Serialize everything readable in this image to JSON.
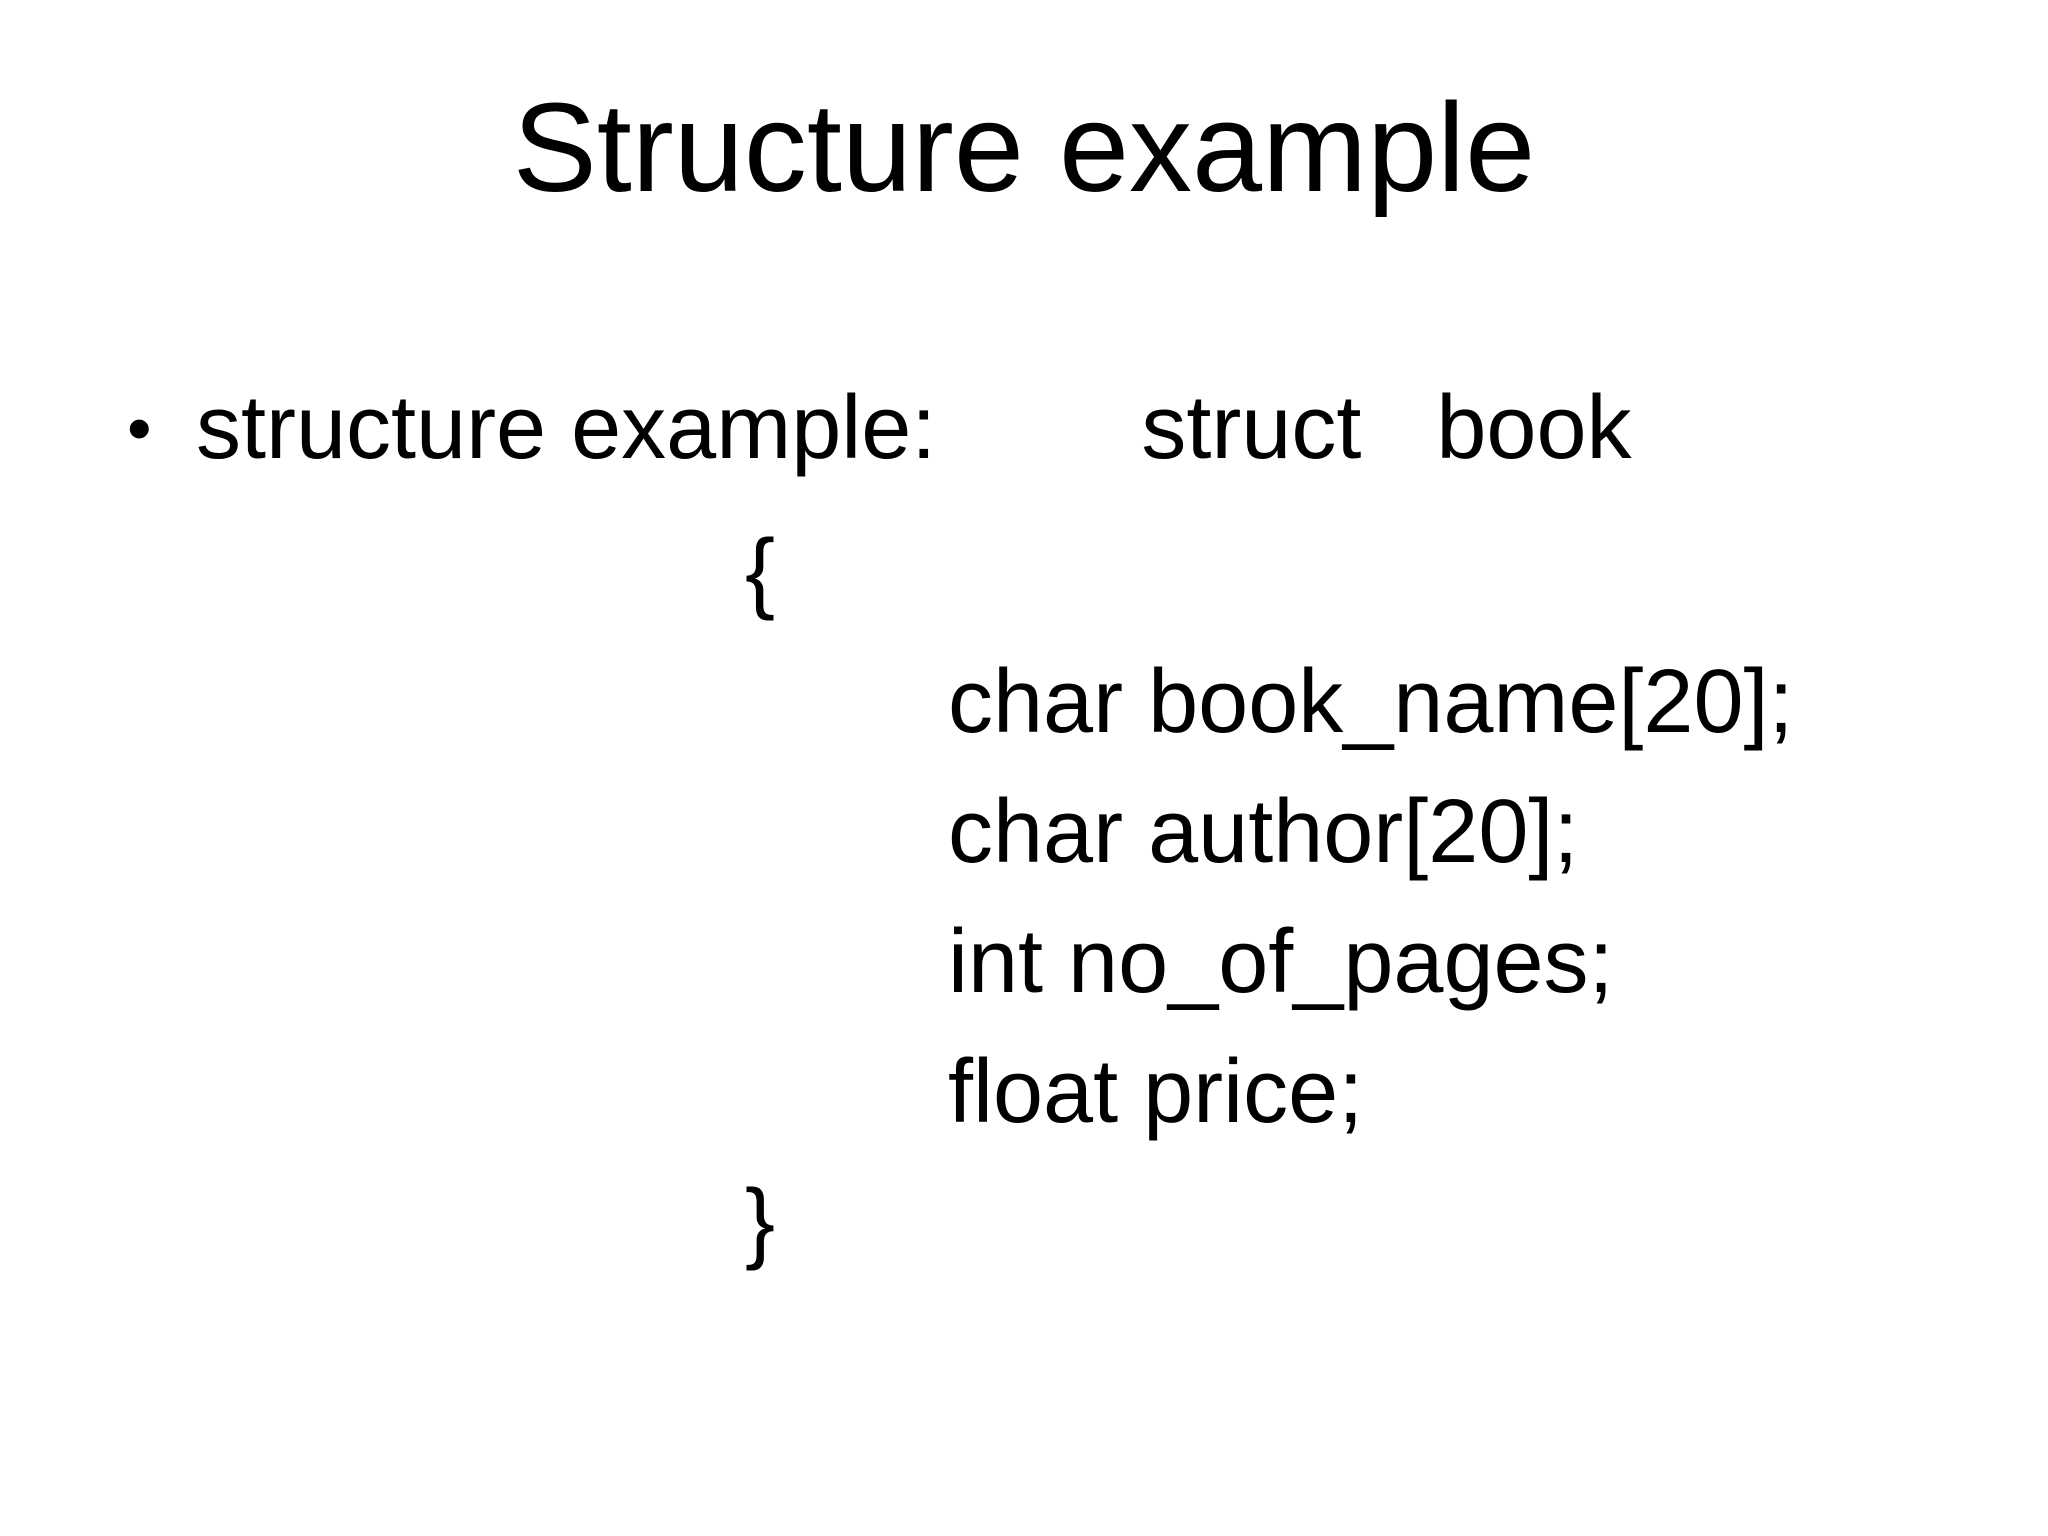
{
  "slide": {
    "title": "Structure example",
    "bullet": {
      "glyph": "•",
      "text": "structure example:",
      "inline_code": "struct   book"
    },
    "code": {
      "open_brace": "{",
      "members": [
        "char book_name[20];",
        "char author[20];",
        "int no_of_pages;",
        "float price;"
      ],
      "close_brace": "}"
    }
  }
}
